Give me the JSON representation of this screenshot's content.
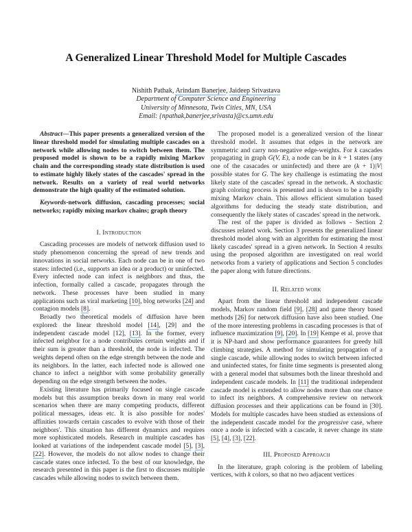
{
  "paper": {
    "title": "A Generalized Linear Threshold Model for Multiple Cascades",
    "authors": [
      {
        "name": "Nishith Pathak",
        "link": false
      },
      {
        "name": "Arindam Banerjee",
        "link": true
      },
      {
        "name": "Jaideep Srivastava",
        "link": true
      }
    ],
    "author_sep": ", ",
    "affiliation_1": "Department of Computer Science and Engineering",
    "affiliation_2": "University of Minnesota, Twin Cities, MN, USA",
    "email": "Email: {npathak,banerjee,srivasta}@cs.umn.edu"
  },
  "abstract": {
    "lead": "Abstract",
    "text": "—This paper presents a generalized version of the linear threshold model for simulating multiple cascades on a network while allowing nodes to switch between them. The proposed model is shown to be a rapidly mixing Markov chain and the corresponding steady state distribution is used to estimate highly likely states of the cascades' spread in the network. Results on a variety of real world networks demonstrate the high quality of the estimated solution."
  },
  "keywords": {
    "lead": "Keywords",
    "text": "-network diffusion, cascading processes; social networks; rapidly mixing markov chains; graph theory"
  },
  "sections": {
    "intro_heading": "I. Introduction",
    "related_heading": "II. Related work",
    "approach_heading": "III. Proposed Approach"
  },
  "left_paragraphs": [
    [
      [
        "Cascading processes are models of network diffusion used to study phenomenon concerning the spread of new trends and innovations in social networks. Each node can be in one of two states: infected (i.e., supports an idea or a product) or uninfected. Every infected node can infect is neighbors and thus, the infection, formally called a cascade, propagates through the network. These processes have been studied in many applications such as viral marketing ",
        ""
      ],
      [
        "[10]",
        "link"
      ],
      [
        ", blog networks ",
        ""
      ],
      [
        "[24]",
        "link"
      ],
      [
        " and contagion models ",
        ""
      ],
      [
        "[8]",
        "link"
      ],
      [
        ".",
        ""
      ]
    ],
    [
      [
        "Broadly two theoretical models of diffusion have been explored: the linear threshold model ",
        ""
      ],
      [
        "[14]",
        "link"
      ],
      [
        ", [29] and the independent cascade model [12], ",
        ""
      ],
      [
        "[13]",
        "link"
      ],
      [
        ". In the former, every infected neighbor for a node contributes certain weights and if their sum is greater than a threshold, the node is infected. The weights depend often on the edge strength between the node and its neighbors. In the latter, each infected node is allowed one chance to infect a neighbor with some probability generally depending on the edge strength between the nodes.",
        ""
      ]
    ],
    [
      [
        "Existing literature has primarily focused on single cascade models but this assumption breaks down in many real world scenarios when there are many competing products, different political messages, ideas etc. It is also possible for nodes' affinities towards certain cascades to evolve with those of their neighbors'. This situation has different dynamics and requires more sophisticated models. Research in multiple cascades has looked at variations of the independent cascade model ",
        ""
      ],
      [
        "[5]",
        "link"
      ],
      [
        ", ",
        ""
      ],
      [
        "[3]",
        "link"
      ],
      [
        ", ",
        ""
      ],
      [
        "[22]",
        "link"
      ],
      [
        ". However, the models do not allow nodes to change their cascade states once infected. To the best of our knowledge, the research presented in this paper is the first to discusses multiple cascades while allowing nodes to switch between them.",
        ""
      ]
    ]
  ],
  "right_intro_paragraphs": [
    [
      [
        "The proposed model is a generalized version of the linear threshold model. It assumes that edges in the network are symmetric and carry non-negative edge-weights. For ",
        ""
      ],
      [
        "k",
        "i"
      ],
      [
        " cascades propagating in graph ",
        ""
      ],
      [
        "G(V, E)",
        "i"
      ],
      [
        ", a node can be in ",
        ""
      ],
      [
        "k",
        "i"
      ],
      [
        " + 1 states (any one of the casacades or uninfected) and there are (",
        ""
      ],
      [
        "k",
        "i"
      ],
      [
        " + 1)",
        ""
      ],
      [
        "|V|",
        "i"
      ],
      [
        " possible states for ",
        ""
      ],
      [
        "G",
        "i"
      ],
      [
        ". The key challenge is estimating the most likely state of the cascades' spread in the network. A stochastic graph coloring process is presented and is shown to be a rapidly mixing Markov chain. This allows efficient simulation based algorithms for deducing the steady state distribution, and consequently the likely states of cascades' spread in the network.",
        ""
      ]
    ],
    [
      [
        "The rest of the paper is divided as follows - Section 2 discusses related work. Section 3 presents the generalized linear threshold model along with an algorithm for estimating the most likely cascades' spread in a given network. In Section 4 results using the proposed algorithm are investigated on real world networks from a variety of applications and Section 5 concludes the paper along with future directions.",
        ""
      ]
    ]
  ],
  "related_paragraphs": [
    [
      [
        "Apart from the linear threshold and independent cascade models, Markov random field ",
        ""
      ],
      [
        "[9]",
        "link"
      ],
      [
        ", ",
        ""
      ],
      [
        "[28]",
        "link"
      ],
      [
        " and game theory based methods [26] for network diffusion have also been studied. One of the more interesting problems in cascading processes is that of influence maximization ",
        ""
      ],
      [
        "[9]",
        "link"
      ],
      [
        ", ",
        ""
      ],
      [
        "[20]",
        "link"
      ],
      [
        ". In ",
        ""
      ],
      [
        "[19]",
        "link"
      ],
      [
        " Kempe et al. prove that it is NP-hard and show performance guarantees for greedy hill climbing strategies. A method for simulating propagation of a single cascade, while allowing nodes to switch between infected and uninfected states, for finite time segments is presented along with a general model that subsumes both the linear threshold and independent cascade models. In ",
        ""
      ],
      [
        "[11]",
        "link"
      ],
      [
        " the traditional independent cascade model is extended to allow nodes more than one chance to infect its neighbors. A comprehensive review on network diffusion processes and their applications can be found in [30]. Models for multiple cascades have been studied as extensions of the independent cascade model for the ",
        ""
      ],
      [
        "progressive",
        "i"
      ],
      [
        " case, where once a node is infected with a cascade,  it never change its state ",
        ""
      ],
      [
        "[5]",
        "link"
      ],
      [
        ", ",
        ""
      ],
      [
        "[4]",
        "link"
      ],
      [
        ", ",
        ""
      ],
      [
        "[3]",
        "link"
      ],
      [
        ", ",
        ""
      ],
      [
        "[22]",
        "link"
      ],
      [
        ".",
        ""
      ]
    ]
  ],
  "approach_paragraphs": [
    [
      [
        "In the literature, graph coloring is the problem of labeling vertices, with ",
        ""
      ],
      [
        "k",
        "i"
      ],
      [
        " colors, so that no two adjacent vertices",
        ""
      ]
    ]
  ],
  "colors": {
    "link_underline": "#8ab4e8",
    "text": "#222222"
  }
}
